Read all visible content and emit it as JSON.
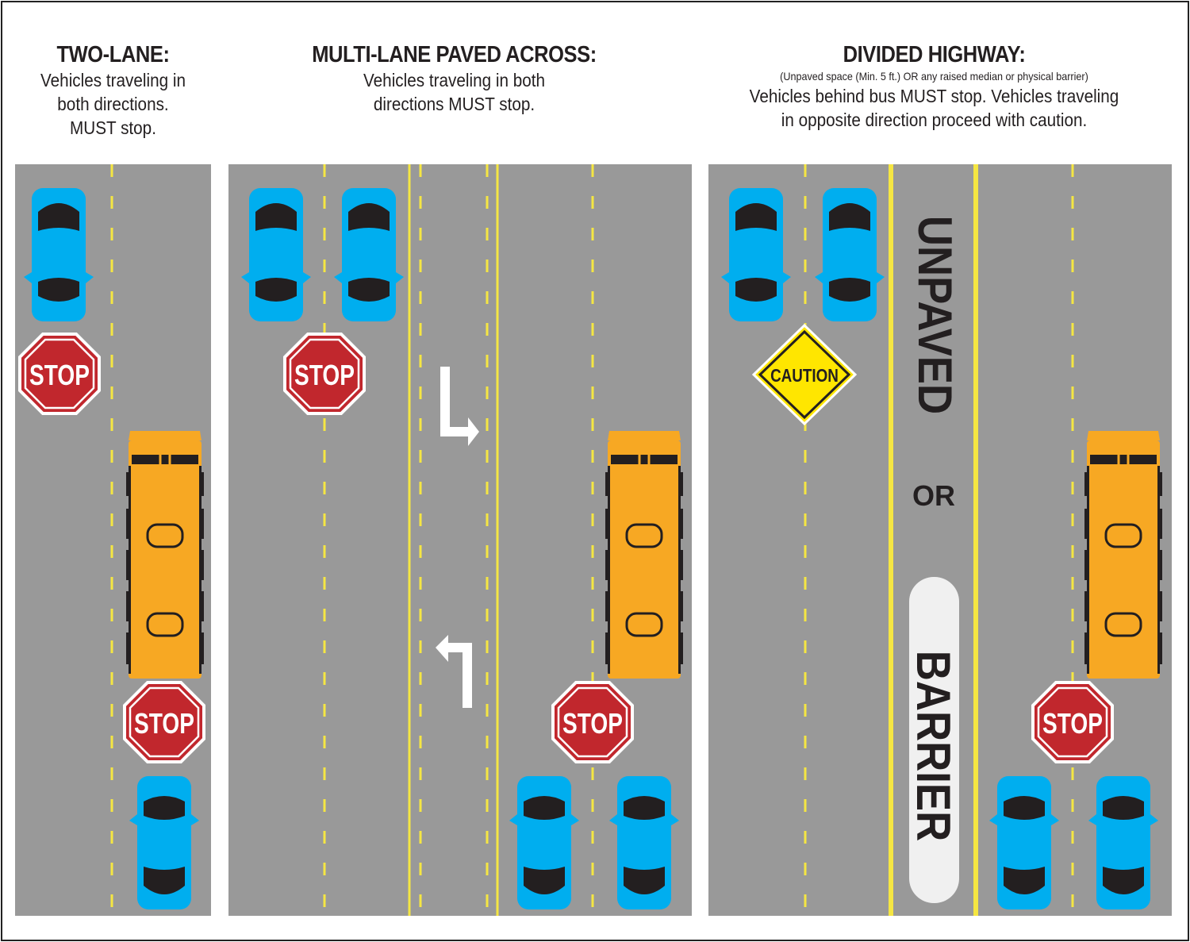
{
  "headings": {
    "two_lane": {
      "title": "TWO-LANE:",
      "line1": "Vehicles traveling in",
      "line2": "both directions.",
      "line3": "MUST stop."
    },
    "multi_lane": {
      "title": "MULTI-LANE PAVED ACROSS:",
      "line1": "Vehicles traveling in both",
      "line2": "directions MUST stop."
    },
    "divided": {
      "title": "DIVIDED HIGHWAY:",
      "note": "(Unpaved space (Min. 5 ft.) OR any raised median or physical barrier)",
      "line1": "Vehicles behind bus MUST stop. Vehicles traveling",
      "line2": "in opposite direction proceed with caution."
    }
  },
  "signs": {
    "stop": "STOP",
    "caution": "CAUTION"
  },
  "median": {
    "unpaved": "UNPAVED",
    "or": "OR",
    "barrier": "BARRIER"
  },
  "colors": {
    "road": "#999999",
    "lane_line": "#f5e642",
    "car": "#00aeef",
    "car_glass": "#231f20",
    "bus": "#f7a823",
    "stop_red": "#c1272d",
    "caution_yellow": "#ffe600"
  }
}
